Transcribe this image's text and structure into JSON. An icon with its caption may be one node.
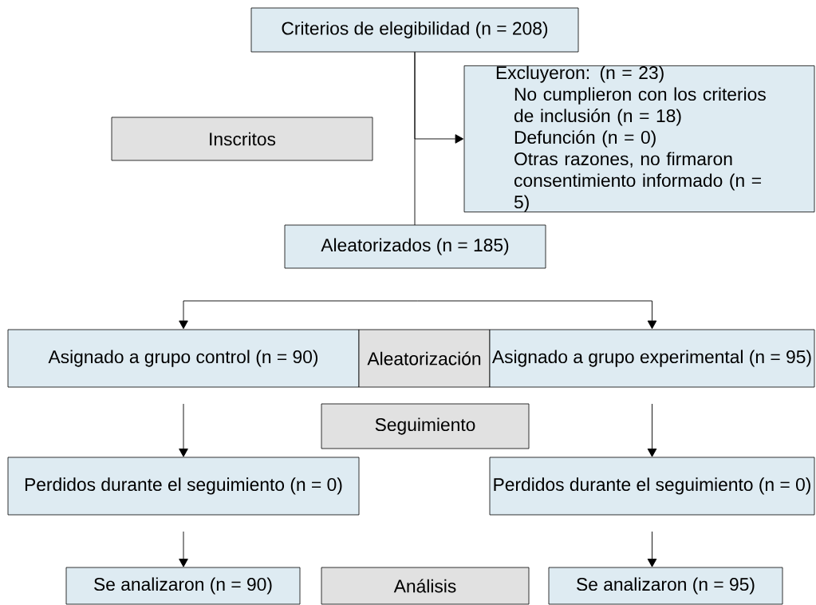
{
  "diagram": {
    "nodes": [
      {
        "text": [
          "Criterios de elegibilidad (n = 208)"
        ]
      },
      {
        "text": [
          "Inscritos"
        ]
      },
      {
        "text": [
          "Excluyeron: (n = 23)",
          "No cumplieron con los criterios de inclusión (n = 18)",
          "Defunción (n = 0)",
          "Otras razones, no firmaron consentimiento informado (n = 5)"
        ]
      },
      {
        "text": [
          "Aleatorizados (n = 185)"
        ]
      },
      {
        "text": [
          "Asignado a grupo control (n = 90)"
        ]
      },
      {
        "text": [
          "Aleatorización"
        ]
      },
      {
        "text": [
          "Asignado a grupo experimental (n = 95)"
        ]
      },
      {
        "text": [
          "Seguimiento"
        ]
      },
      {
        "text": [
          "Perdidos durante el seguimiento (n = 0)"
        ]
      },
      {
        "text": [
          "Perdidos durante el seguimiento (n = 0)"
        ]
      },
      {
        "text": [
          "Se analizaron (n = 90)"
        ]
      },
      {
        "text": [
          "Análisis"
        ]
      },
      {
        "text": [
          "Se analizaron (n = 95)"
        ]
      }
    ],
    "edges": [
      {
        "from": 0,
        "to": 3,
        "arrow": "none"
      },
      {
        "from": 0,
        "to": 2,
        "arrow": "to"
      },
      {
        "from": null,
        "to": 4,
        "arrow": "to"
      },
      {
        "from": null,
        "to": 6,
        "arrow": "to"
      },
      {
        "from": 4,
        "to": 8,
        "arrow": "to"
      },
      {
        "from": 6,
        "to": 9,
        "arrow": "to"
      },
      {
        "from": 8,
        "to": 10,
        "arrow": "to"
      },
      {
        "from": 9,
        "to": 12,
        "arrow": "to"
      }
    ]
  }
}
